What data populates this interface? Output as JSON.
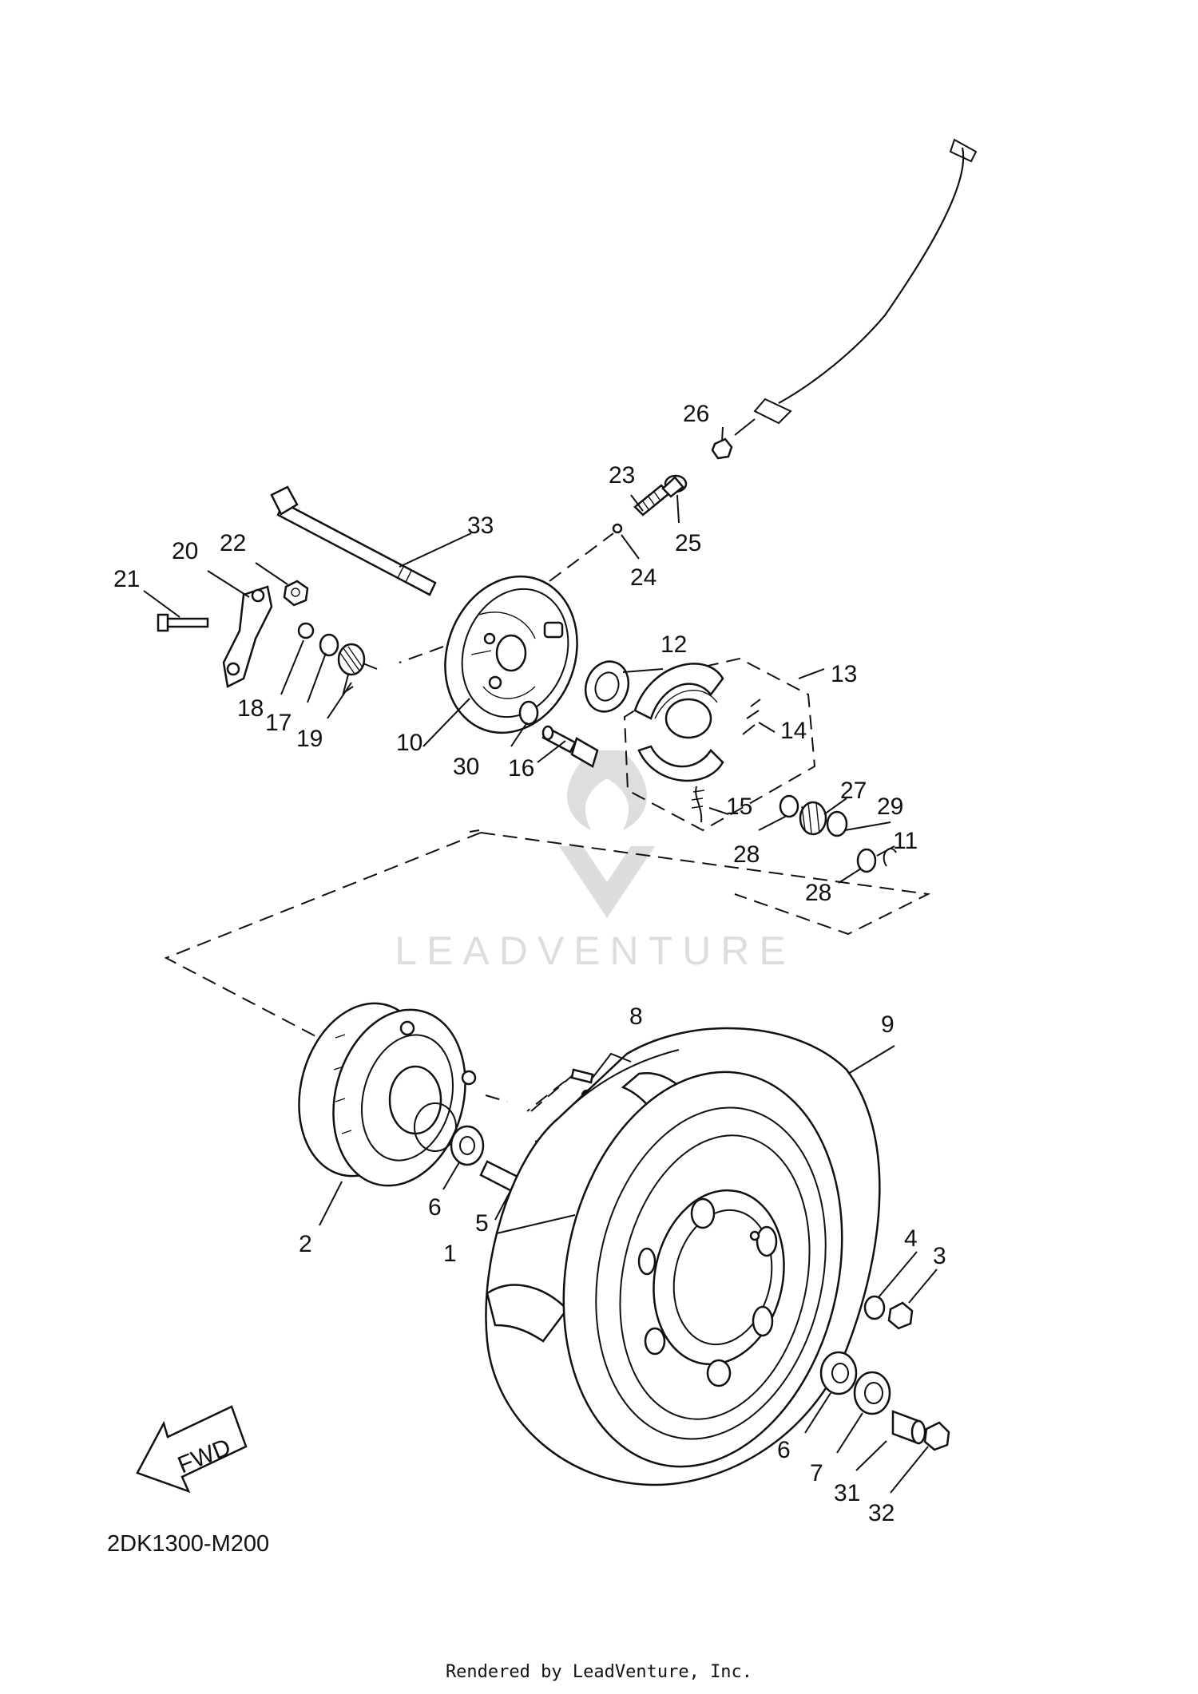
{
  "diagram": {
    "code": "2DK1300-M200",
    "watermark": "LEADVENTURE",
    "fwd_label": "FWD",
    "footer": "Rendered by LeadVenture, Inc."
  },
  "callouts": [
    {
      "id": "1",
      "label": "1"
    },
    {
      "id": "2",
      "label": "2"
    },
    {
      "id": "3",
      "label": "3"
    },
    {
      "id": "4",
      "label": "4"
    },
    {
      "id": "5",
      "label": "5"
    },
    {
      "id": "6a",
      "label": "6"
    },
    {
      "id": "6b",
      "label": "6"
    },
    {
      "id": "7",
      "label": "7"
    },
    {
      "id": "8",
      "label": "8"
    },
    {
      "id": "9",
      "label": "9"
    },
    {
      "id": "10",
      "label": "10"
    },
    {
      "id": "11",
      "label": "11"
    },
    {
      "id": "12",
      "label": "12"
    },
    {
      "id": "13",
      "label": "13"
    },
    {
      "id": "14",
      "label": "14"
    },
    {
      "id": "15",
      "label": "15"
    },
    {
      "id": "16",
      "label": "16"
    },
    {
      "id": "17",
      "label": "17"
    },
    {
      "id": "18",
      "label": "18"
    },
    {
      "id": "19",
      "label": "19"
    },
    {
      "id": "20",
      "label": "20"
    },
    {
      "id": "21",
      "label": "21"
    },
    {
      "id": "22",
      "label": "22"
    },
    {
      "id": "23",
      "label": "23"
    },
    {
      "id": "24",
      "label": "24"
    },
    {
      "id": "25",
      "label": "25"
    },
    {
      "id": "26",
      "label": "26"
    },
    {
      "id": "27",
      "label": "27"
    },
    {
      "id": "28a",
      "label": "28"
    },
    {
      "id": "28b",
      "label": "28"
    },
    {
      "id": "29",
      "label": "29"
    },
    {
      "id": "30",
      "label": "30"
    },
    {
      "id": "31",
      "label": "31"
    },
    {
      "id": "32",
      "label": "32"
    },
    {
      "id": "33",
      "label": "33"
    }
  ]
}
